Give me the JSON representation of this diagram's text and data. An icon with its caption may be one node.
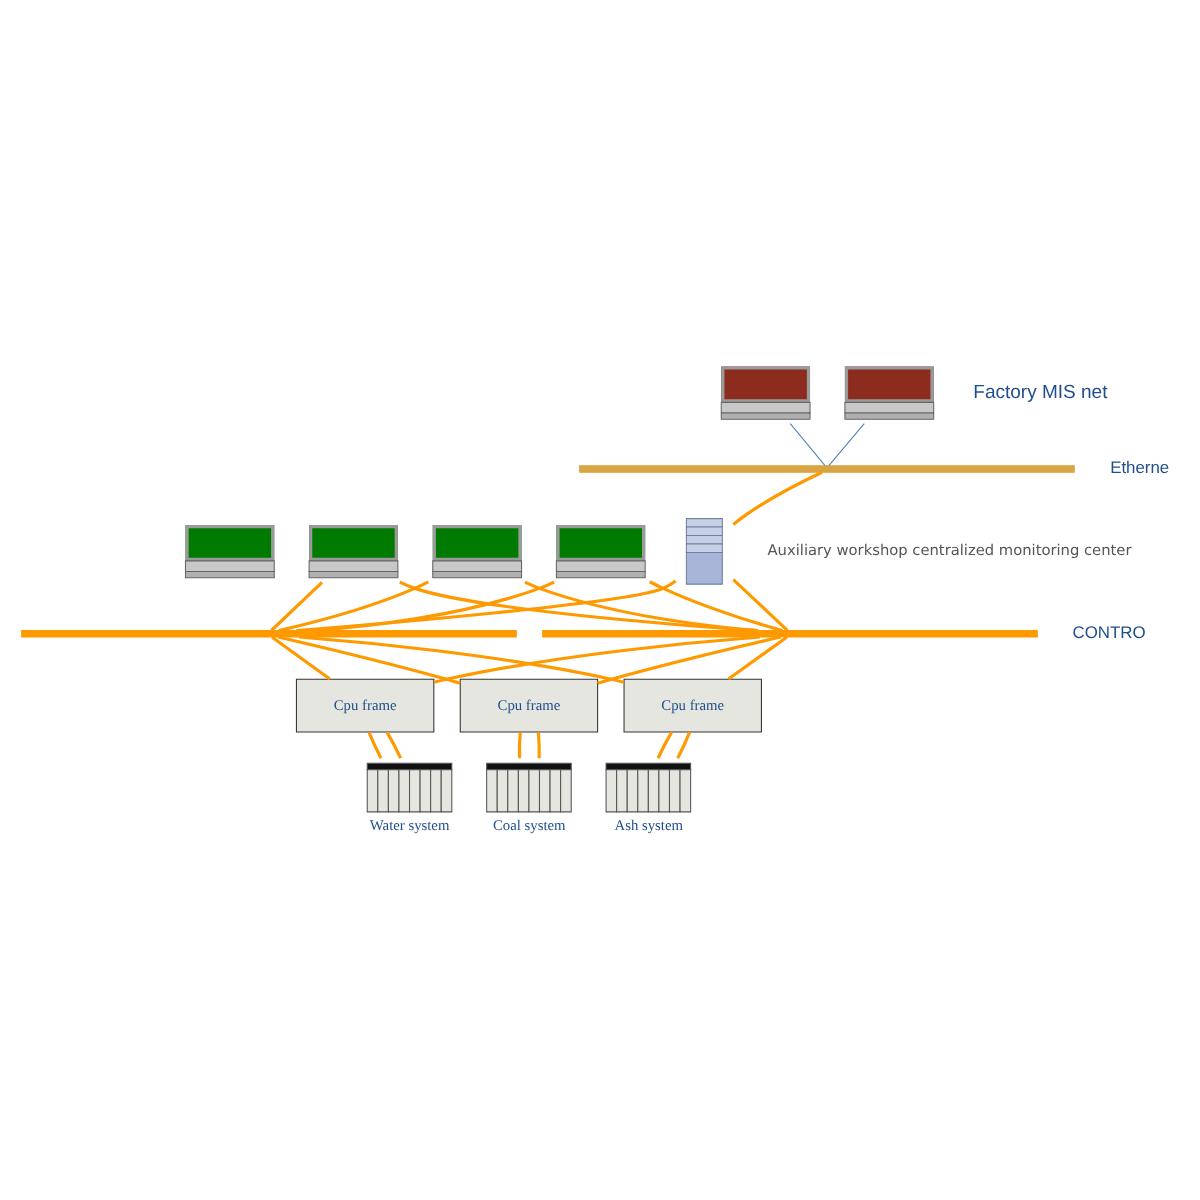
{
  "diagram": {
    "nodes": [
      {
        "text": [],
        "shape": "picture"
      },
      {
        "text": [],
        "shape": "picture"
      },
      {
        "text": [],
        "shape": "bar"
      },
      {
        "text": [],
        "shape": "picture"
      },
      {
        "text": [],
        "shape": "picture"
      },
      {
        "text": [],
        "shape": "picture"
      },
      {
        "text": [],
        "shape": "picture"
      },
      {
        "text": [],
        "shape": "picture"
      },
      {
        "text": [],
        "shape": "bar"
      },
      {
        "text": [],
        "shape": "bar"
      },
      {
        "text": [
          "Cpu frame"
        ]
      },
      {
        "text": [
          "Cpu frame"
        ]
      },
      {
        "text": [
          "Cpu frame"
        ]
      },
      {
        "text": [],
        "shape": "picture",
        "beside": [
          "Water system"
        ]
      },
      {
        "text": [],
        "shape": "picture",
        "beside": [
          "Coal system"
        ]
      },
      {
        "text": [],
        "shape": "picture",
        "beside": [
          "Ash system"
        ]
      }
    ],
    "edges": [
      {
        "from": 0,
        "to": 2,
        "arrow": "none",
        "color": "#4f81bd"
      },
      {
        "from": 1,
        "to": 2,
        "arrow": "none",
        "color": "#4f81bd"
      },
      {
        "from": 2,
        "to": 3,
        "arrow": "none"
      },
      {
        "from": 5,
        "to": 8,
        "arrow": "none"
      },
      {
        "from": 5,
        "to": 9,
        "arrow": "none"
      },
      {
        "from": 6,
        "to": 8,
        "arrow": "none"
      },
      {
        "from": 6,
        "to": 9,
        "arrow": "none"
      },
      {
        "from": 7,
        "to": 8,
        "arrow": "none"
      },
      {
        "from": 7,
        "to": 9,
        "arrow": "none"
      },
      {
        "from": 3,
        "to": 8,
        "arrow": "none"
      },
      {
        "from": 3,
        "to": 9,
        "arrow": "none"
      },
      {
        "from": 8,
        "to": 10,
        "arrow": "none"
      },
      {
        "from": 9,
        "to": 10,
        "arrow": "none"
      },
      {
        "from": 8,
        "to": 11,
        "arrow": "none"
      },
      {
        "from": 9,
        "to": 11,
        "arrow": "none"
      },
      {
        "from": 8,
        "to": 12,
        "arrow": "none"
      },
      {
        "from": 9,
        "to": 12,
        "arrow": "none"
      },
      {
        "from": 10,
        "to": 13,
        "arrow": "none"
      },
      {
        "from": 10,
        "to": 13,
        "arrow": "none"
      },
      {
        "from": 11,
        "to": 14,
        "arrow": "none"
      },
      {
        "from": 11,
        "to": 14,
        "arrow": "none"
      },
      {
        "from": 12,
        "to": 15,
        "arrow": "none"
      },
      {
        "from": 12,
        "to": 15,
        "arrow": "none"
      }
    ],
    "labels": [
      "Factory MIS net",
      "Etherne",
      "Auxiliary workshop centralized monitoring center",
      "CONTRO"
    ]
  }
}
